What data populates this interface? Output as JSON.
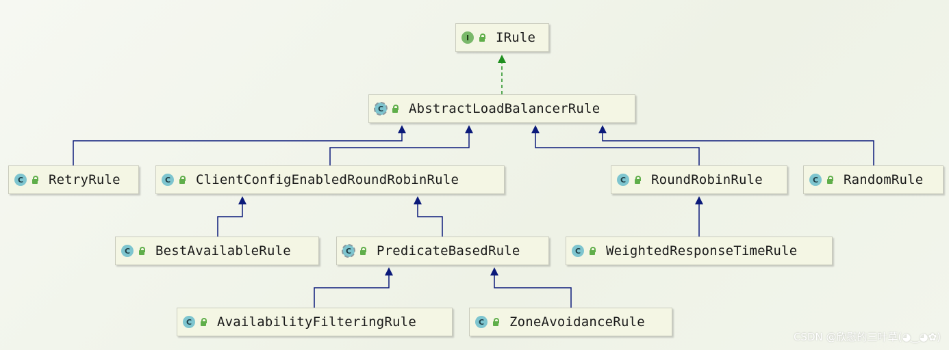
{
  "diagram": {
    "nodes": [
      {
        "id": "IRule",
        "label": "IRule",
        "kind": "interface",
        "icon": "interface-icon"
      },
      {
        "id": "AbstractLoadBalancerRule",
        "label": "AbstractLoadBalancerRule",
        "kind": "abstract",
        "icon": "abstract-class-icon"
      },
      {
        "id": "RetryRule",
        "label": "RetryRule",
        "kind": "class",
        "icon": "class-icon"
      },
      {
        "id": "ClientConfigEnabledRoundRobinRule",
        "label": "ClientConfigEnabledRoundRobinRule",
        "kind": "class",
        "icon": "class-icon"
      },
      {
        "id": "RoundRobinRule",
        "label": "RoundRobinRule",
        "kind": "class",
        "icon": "class-icon"
      },
      {
        "id": "RandomRule",
        "label": "RandomRule",
        "kind": "class",
        "icon": "class-icon"
      },
      {
        "id": "BestAvailableRule",
        "label": "BestAvailableRule",
        "kind": "class",
        "icon": "class-icon"
      },
      {
        "id": "PredicateBasedRule",
        "label": "PredicateBasedRule",
        "kind": "abstract",
        "icon": "abstract-class-icon"
      },
      {
        "id": "WeightedResponseTimeRule",
        "label": "WeightedResponseTimeRule",
        "kind": "class",
        "icon": "class-icon"
      },
      {
        "id": "AvailabilityFilteringRule",
        "label": "AvailabilityFilteringRule",
        "kind": "class",
        "icon": "class-icon"
      },
      {
        "id": "ZoneAvoidanceRule",
        "label": "ZoneAvoidanceRule",
        "kind": "class",
        "icon": "class-icon"
      }
    ],
    "edges": [
      {
        "from": "AbstractLoadBalancerRule",
        "to": "IRule",
        "type": "implements"
      },
      {
        "from": "RetryRule",
        "to": "AbstractLoadBalancerRule",
        "type": "extends"
      },
      {
        "from": "ClientConfigEnabledRoundRobinRule",
        "to": "AbstractLoadBalancerRule",
        "type": "extends"
      },
      {
        "from": "RoundRobinRule",
        "to": "AbstractLoadBalancerRule",
        "type": "extends"
      },
      {
        "from": "RandomRule",
        "to": "AbstractLoadBalancerRule",
        "type": "extends"
      },
      {
        "from": "BestAvailableRule",
        "to": "ClientConfigEnabledRoundRobinRule",
        "type": "extends"
      },
      {
        "from": "PredicateBasedRule",
        "to": "ClientConfigEnabledRoundRobinRule",
        "type": "extends"
      },
      {
        "from": "WeightedResponseTimeRule",
        "to": "RoundRobinRule",
        "type": "extends"
      },
      {
        "from": "AvailabilityFilteringRule",
        "to": "PredicateBasedRule",
        "type": "extends"
      },
      {
        "from": "ZoneAvoidanceRule",
        "to": "PredicateBasedRule",
        "type": "extends"
      }
    ],
    "colors": {
      "extends_edge": "#0b1a7a",
      "implements_edge": "#1f8f1f",
      "node_fill": "#f4f6e4"
    }
  },
  "watermark": "CSDN @欣慰的三叶草(◕‿◕✿)"
}
